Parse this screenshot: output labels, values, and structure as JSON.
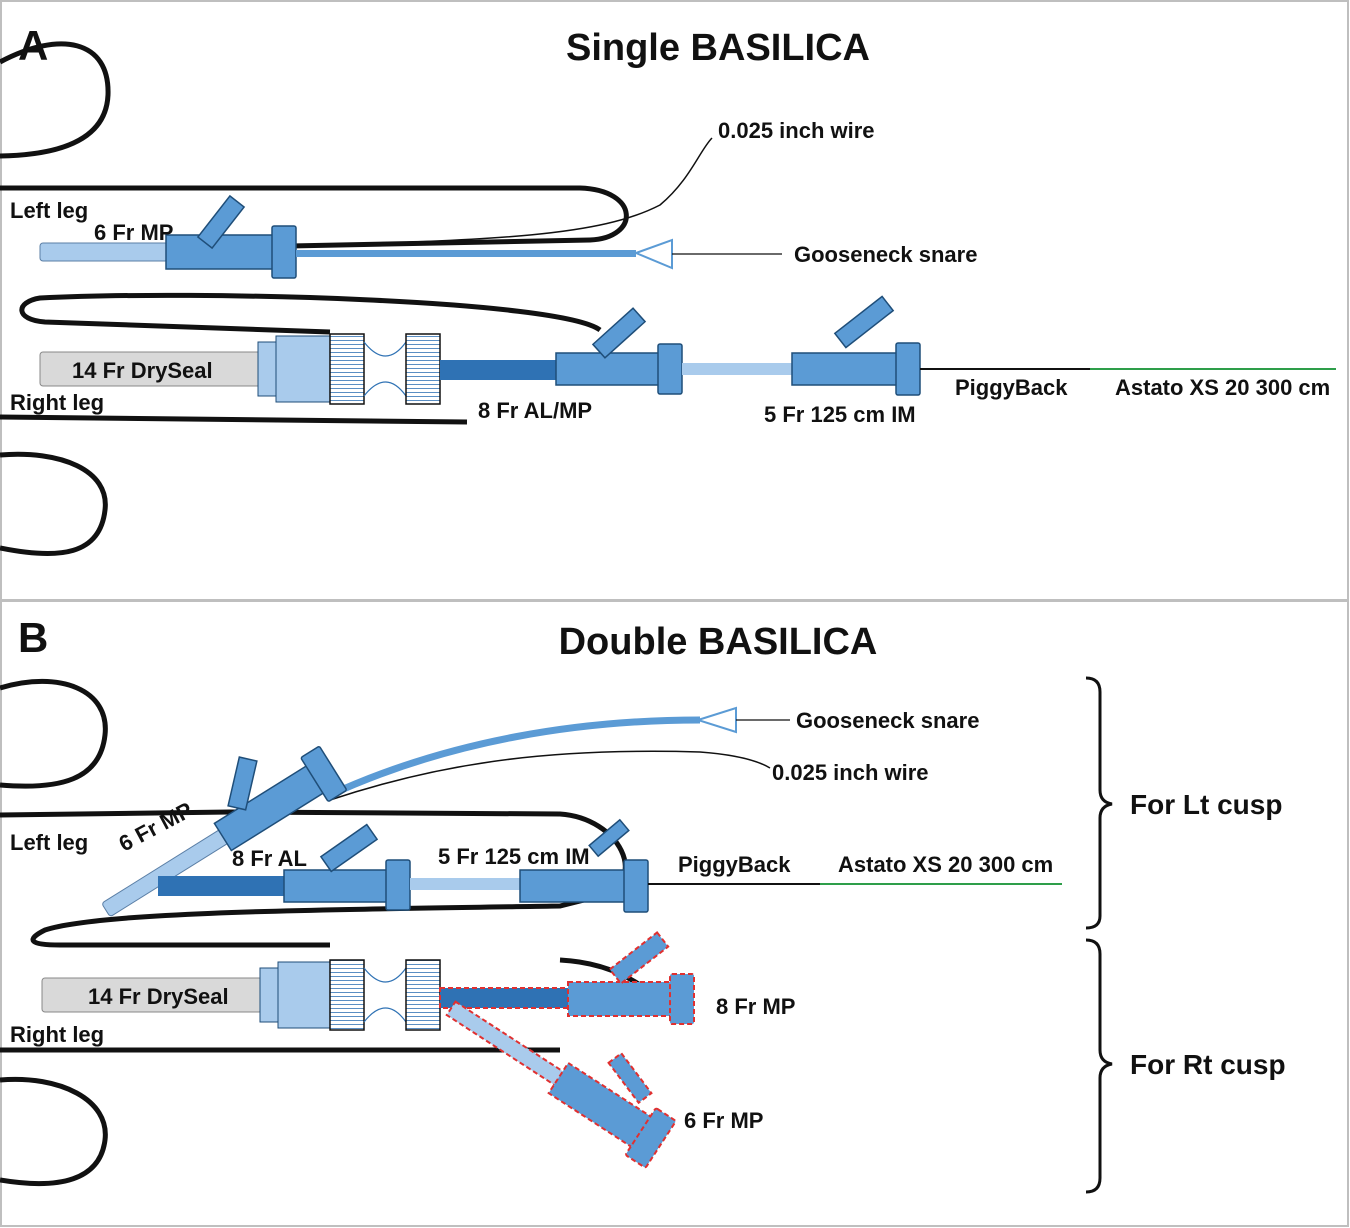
{
  "colors": {
    "catheter_dark": "#2f72b4",
    "catheter_mid": "#5b9bd5",
    "catheter_light": "#a9cbec",
    "sheath_grey": "#d9d9d9",
    "wire_green": "#2e9e4a",
    "outline_red": "#e03030",
    "frame_grey": "#bfbfbf"
  },
  "panel_a": {
    "letter": "A",
    "title": "Single BASILICA",
    "labels": {
      "wire": "0.025 inch wire",
      "snare": "Gooseneck snare",
      "left_leg": "Left leg",
      "six_fr_mp": "6 Fr MP",
      "drysheath": "14 Fr DrySeal",
      "right_leg": "Right leg",
      "eight_fr_al_mp": "8 Fr AL/MP",
      "five_fr_im": "5 Fr 125 cm IM",
      "piggyback": "PiggyBack",
      "astato": "Astato XS 20 300 cm"
    }
  },
  "panel_b": {
    "letter": "B",
    "title": "Double BASILICA",
    "labels": {
      "snare": "Gooseneck snare",
      "wire": "0.025 inch wire",
      "left_leg": "Left leg",
      "six_fr_mp": "6 Fr MP",
      "eight_fr_al": "8 Fr AL",
      "five_fr_im": "5 Fr 125 cm IM",
      "piggyback": "PiggyBack",
      "astato": "Astato XS 20 300 cm",
      "drysheath": "14 Fr DrySeal",
      "right_leg": "Right leg",
      "eight_fr_mp": "8 Fr MP",
      "six_fr_mp_rt": "6 Fr MP"
    },
    "brace_labels": {
      "lt": "For Lt cusp",
      "rt": "For Rt cusp"
    }
  }
}
